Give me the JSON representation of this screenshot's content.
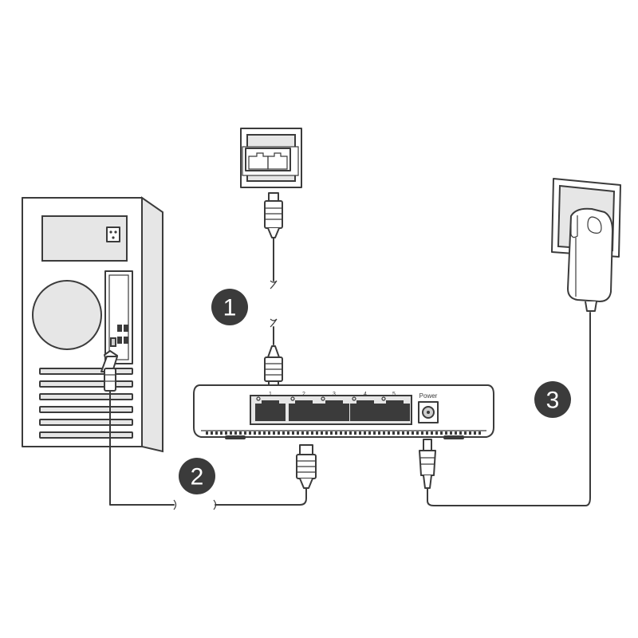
{
  "steps": [
    "1",
    "2",
    "3"
  ],
  "router": {
    "ports": [
      "1",
      "2",
      "3",
      "4",
      "5"
    ],
    "power_label": "Power"
  }
}
